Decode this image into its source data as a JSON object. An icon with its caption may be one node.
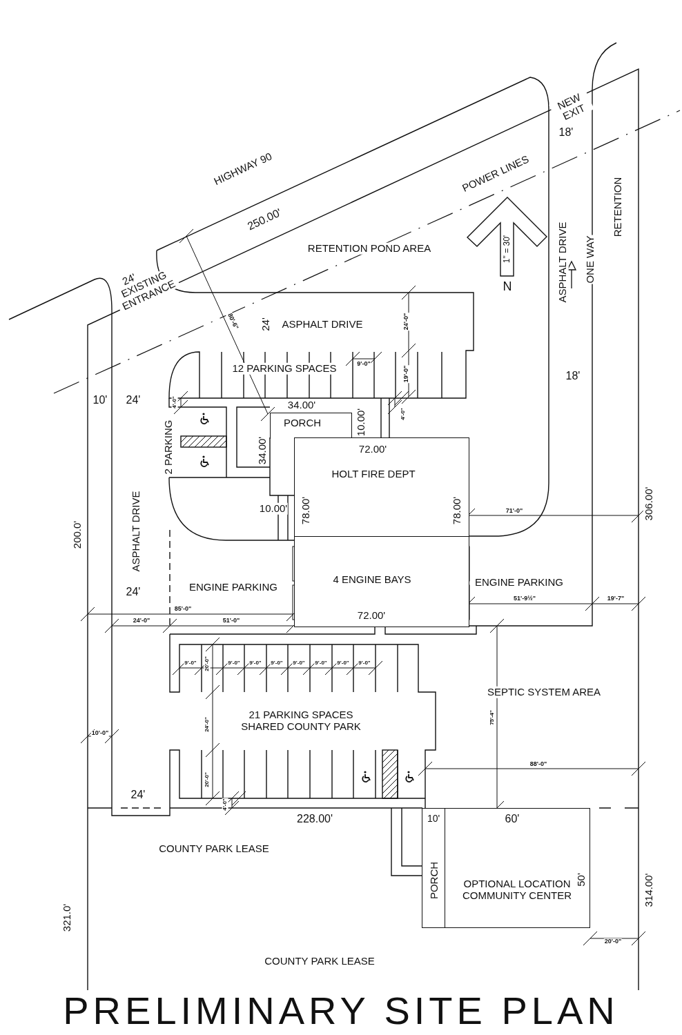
{
  "diagram": {
    "title": "PRELIMINARY SITE PLAN",
    "nodes": [
      {
        "text": [
          "PORCH"
        ]
      },
      {
        "text": [
          "HOLT FIRE DEPT"
        ]
      },
      {
        "text": [
          "4 ENGINE BAYS"
        ]
      },
      {
        "text": [
          "PORCH"
        ]
      },
      {
        "text": [
          "OPTIONAL LOCATION COMMUNITY CENTER"
        ]
      }
    ],
    "labels": [
      "NEW EXIT",
      "18'",
      "HIGHWAY 90",
      "POWER LINES",
      "250.00'",
      "1\" = 30'",
      "RETENTION",
      "RETENTION POND AREA",
      "24'",
      "EXISTING ENTRANCE",
      "ASPHALT DRIVE",
      "ONE WAY",
      "N",
      "80'-6\"",
      "24'",
      "ASPHALT DRIVE",
      "24'-0\"",
      "19'-0\"",
      "12 PARKING SPACES",
      "9'-0\"",
      "18'",
      "10'",
      "24'",
      "4'-0\"",
      "4'-0\"",
      "34.00'",
      "10.00'",
      "2 PARKING",
      "34.00'",
      "72.00'",
      "10.00'",
      "78.00'",
      "78.00'",
      "71'-0\"",
      "306.00'",
      "200.0'",
      "ASPHALT DRIVE",
      "ENGINE PARKING",
      "ENGINE PARKING",
      "24'",
      "51'-9½\"",
      "19'-7\"",
      "85'-0\"",
      "72.00'",
      "24'-0\"",
      "51'-0\"",
      "9'-0\"",
      "20'-0\"",
      "9'-0\"",
      "9'-0\"",
      "9'-0\"",
      "9'-0\"",
      "9'-0\"",
      "9'-0\"",
      "9'-0\"",
      "SEPTIC SYSTEM AREA",
      "24'-0\"",
      "21 PARKING SPACES SHARED COUNTY PARK",
      "75'-4\"",
      "10'-0\"",
      "88'-0\"",
      "20'-0\"",
      "24'",
      "4'-0\"",
      "228.00'",
      "10'",
      "60'",
      "COUNTY PARK LEASE",
      "50'",
      "314.00'",
      "321.0'",
      "20'-0\"",
      "COUNTY PARK LEASE"
    ]
  }
}
